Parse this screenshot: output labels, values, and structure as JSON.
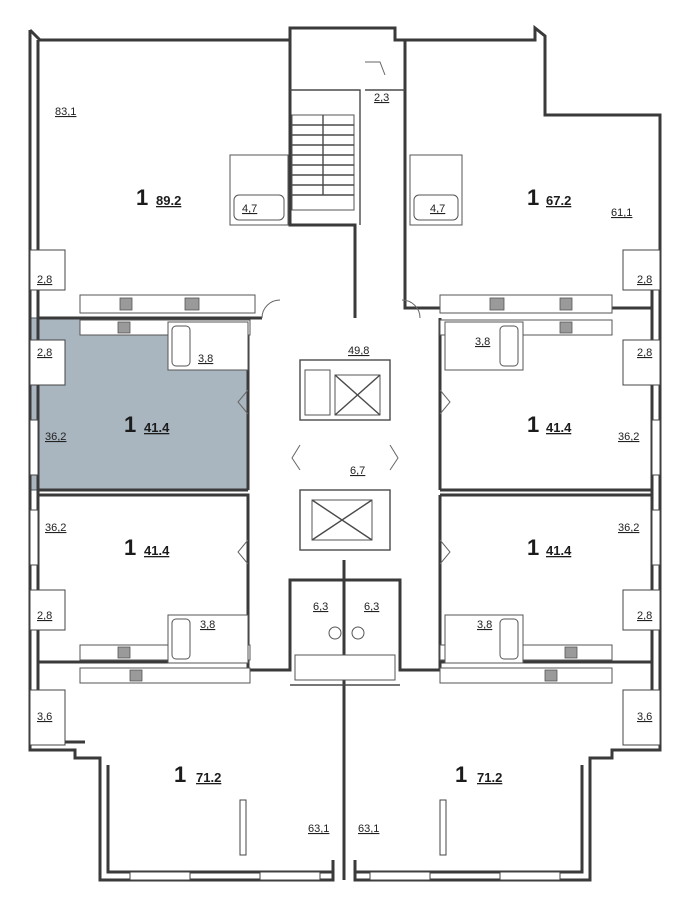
{
  "apartments": [
    {
      "id": "a1",
      "rooms": "1",
      "area": "89.2",
      "highlighted": false
    },
    {
      "id": "a2",
      "rooms": "1",
      "area": "67.2",
      "highlighted": false
    },
    {
      "id": "a3",
      "rooms": "1",
      "area": "41.4",
      "highlighted": true
    },
    {
      "id": "a4",
      "rooms": "1",
      "area": "41.4",
      "highlighted": false
    },
    {
      "id": "a5",
      "rooms": "1",
      "area": "41.4",
      "highlighted": false
    },
    {
      "id": "a6",
      "rooms": "1",
      "area": "41.4",
      "highlighted": false
    },
    {
      "id": "a7",
      "rooms": "1",
      "area": "71.2",
      "highlighted": false
    },
    {
      "id": "a8",
      "rooms": "1",
      "area": "71.2",
      "highlighted": false
    }
  ],
  "room_areas": {
    "r_83_1": "83,1",
    "r_2_3": "2,3",
    "r_4_7_l": "4,7",
    "r_4_7_r": "4,7",
    "r_61_1": "61,1",
    "r_2_8_l1": "2,8",
    "r_2_8_r1": "2,8",
    "r_2_8_l2": "2,8",
    "r_3_8_a3": "3,8",
    "r_3_8_a4": "3,8",
    "r_2_8_r2": "2,8",
    "r_49_8": "49,8",
    "r_36_2_a3": "36,2",
    "r_36_2_a4": "36,2",
    "r_6_7": "6,7",
    "r_36_2_a5": "36,2",
    "r_36_2_a6": "36,2",
    "r_6_3_l": "6,3",
    "r_6_3_r": "6,3",
    "r_3_8_a5": "3,8",
    "r_3_8_a6": "3,8",
    "r_2_8_l3": "2,8",
    "r_2_8_r3": "2,8",
    "r_3_6_l": "3,6",
    "r_3_6_r": "3,6",
    "r_63_1_l": "63,1",
    "r_63_1_r": "63,1"
  },
  "colors": {
    "highlight": "#a9b6c0",
    "wall": "#3a3a3a"
  }
}
